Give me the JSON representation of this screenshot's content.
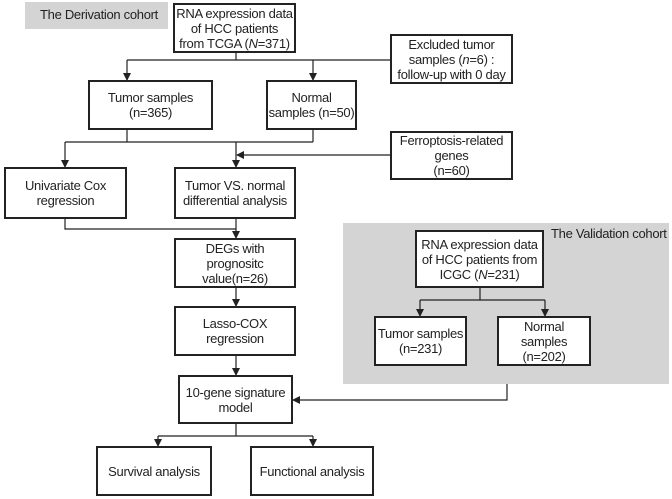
{
  "derivation_label": "The Derivation cohort",
  "validation_label": "The Validation cohort",
  "colors": {
    "panel": "#d4d4d4",
    "line": "#222222"
  },
  "nodes": {
    "rna_tcga": {
      "l1": "RNA expression data",
      "l2": "of  HCC patients",
      "l3_pre": "from TCGA (",
      "l3_it": "N",
      "l3_post": "=371)"
    },
    "excluded": {
      "l1": "Excluded tumor",
      "l2_pre": "samples (",
      "l2_it": "n",
      "l2_post": "=6) :",
      "l3": "follow-up with 0 day"
    },
    "tumor": {
      "l1": "Tumor samples",
      "l2": "(n=365)"
    },
    "normal": {
      "l1": "Normal",
      "l2": "samples (n=50)"
    },
    "ferroptosis": {
      "l1": "Ferroptosis-related",
      "l2": "genes",
      "l3": "(n=60)"
    },
    "univariate": {
      "l1": "Univariate Cox",
      "l2": "regression"
    },
    "tumor_vs_normal": {
      "l1": "Tumor VS. normal",
      "l2": "differential analysis"
    },
    "degs": {
      "l1": "DEGs with",
      "l2": "prognositc",
      "l3": "value(n=26)"
    },
    "lasso": {
      "l1": "Lasso-COX",
      "l2": "regression"
    },
    "signature": {
      "l1": "10-gene signature",
      "l2": "model"
    },
    "survival": {
      "l1": "Survival analysis"
    },
    "functional": {
      "l1": "Functional analysis"
    },
    "rna_icgc": {
      "l1": "RNA expression data",
      "l2": "of HCC patients from",
      "l3_pre": "ICGC (",
      "l3_it": "N",
      "l3_post": "=231)"
    },
    "val_tumor": {
      "l1": "Tumor samples",
      "l2": "(n=231)"
    },
    "val_normal": {
      "l1": "Normal",
      "l2": "samples",
      "l3": "(n=202)"
    }
  }
}
